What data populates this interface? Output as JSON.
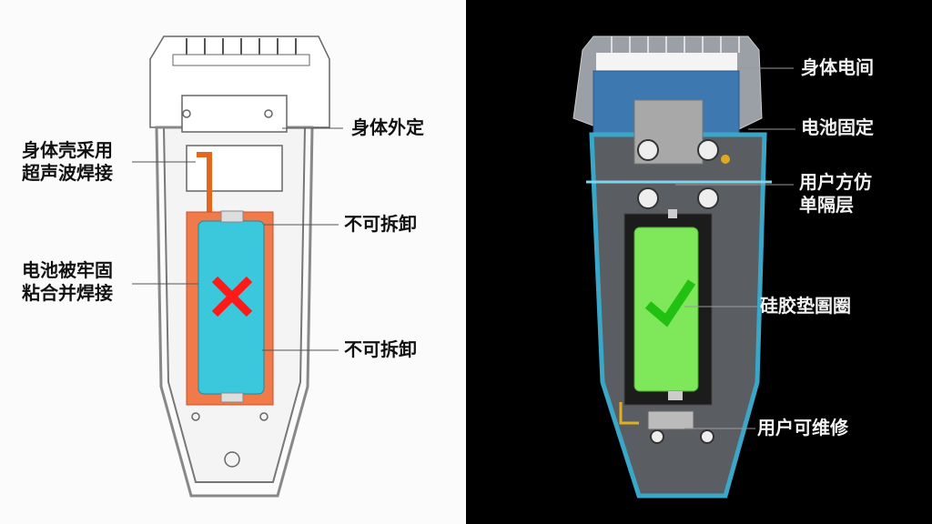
{
  "left_panel": {
    "labels": {
      "body_fixed": "身体外定",
      "shell_welding": [
        "身体壳采用",
        "超声波焊接"
      ],
      "non_removable_top": "不可拆卸",
      "battery_glued": [
        "电池被牢固",
        "粘合并焊接"
      ],
      "non_removable_bottom": "不可拆卸"
    },
    "mark": "cross-icon",
    "colors": {
      "battery": "#3cc8dc",
      "cavity": "#f07a4a",
      "cross": "#ff1a1a"
    }
  },
  "right_panel": {
    "labels": {
      "body_gap": "身体电间",
      "battery_fixed": "电池固定",
      "user_layer": [
        "用户方仿",
        "单隔层"
      ],
      "silicone_ring": "硅胶垫圄圈",
      "user_serviceable": "用户可维修"
    },
    "mark": "check-icon",
    "colors": {
      "battery": "#7ee85a",
      "shell": "#3aa7c8",
      "check": "#22c010"
    }
  }
}
